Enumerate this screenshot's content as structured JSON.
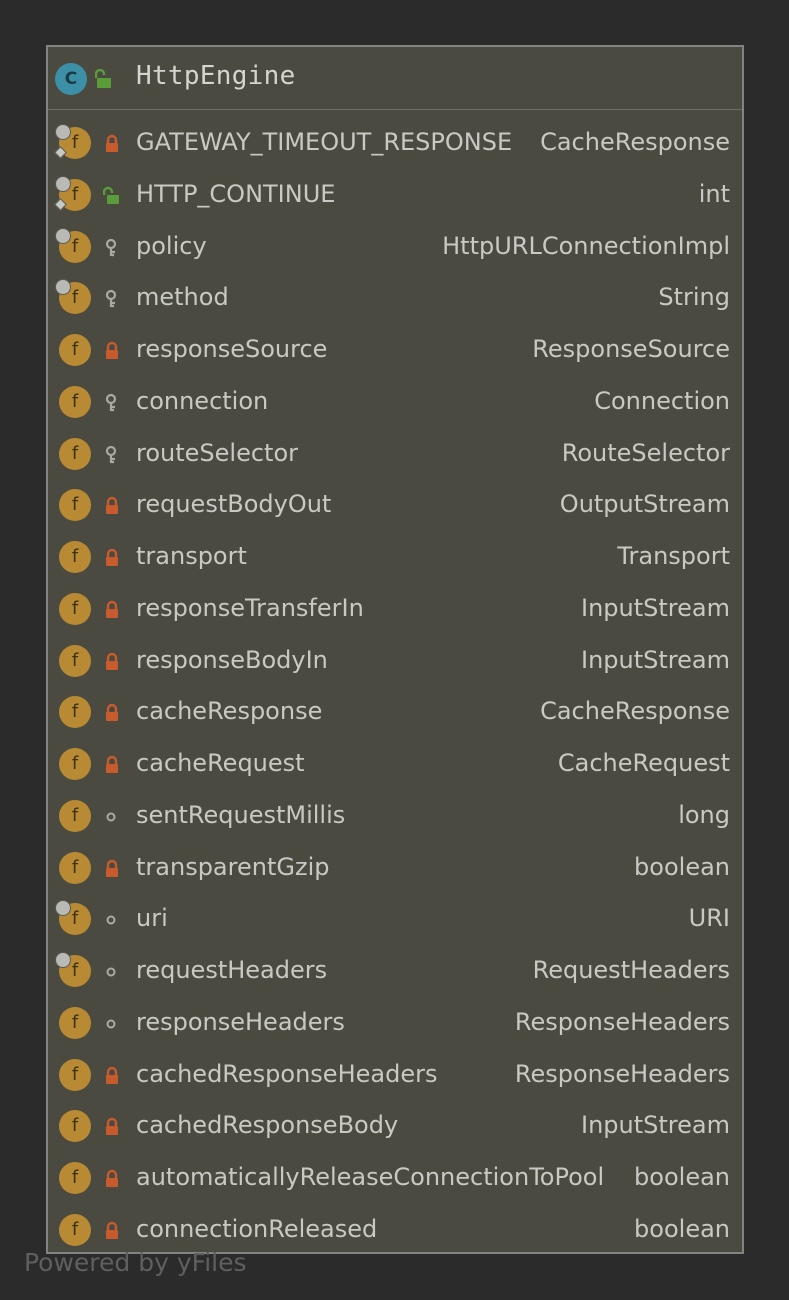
{
  "class": {
    "name": "HttpEngine",
    "kind_letter": "C",
    "visibility_icon": "public-unlock-icon",
    "kind_icon": "class-icon"
  },
  "colors": {
    "background": "#2b2b2b",
    "node_fill": "#4b4a40",
    "node_border": "#838383",
    "field_icon": "#b78a33",
    "class_icon": "#3b8fa6",
    "private_lock": "#c75b2e",
    "public_lock": "#5b9c3a",
    "package_key": "#a9a9a3",
    "text": "#c9c9c4"
  },
  "field_icon_letter": "f",
  "fields": [
    {
      "name": "GATEWAY_TIMEOUT_RESPONSE",
      "type": "CacheResponse",
      "visibility": "private",
      "static": true,
      "final": true
    },
    {
      "name": "HTTP_CONTINUE",
      "type": "int",
      "visibility": "public",
      "static": true,
      "final": true
    },
    {
      "name": "policy",
      "type": "HttpURLConnectionImpl",
      "visibility": "protected",
      "static": true,
      "final": false
    },
    {
      "name": "method",
      "type": "String",
      "visibility": "protected",
      "static": true,
      "final": false
    },
    {
      "name": "responseSource",
      "type": "ResponseSource",
      "visibility": "private",
      "static": false,
      "final": false
    },
    {
      "name": "connection",
      "type": "Connection",
      "visibility": "protected",
      "static": false,
      "final": false
    },
    {
      "name": "routeSelector",
      "type": "RouteSelector",
      "visibility": "protected",
      "static": false,
      "final": false
    },
    {
      "name": "requestBodyOut",
      "type": "OutputStream",
      "visibility": "private",
      "static": false,
      "final": false
    },
    {
      "name": "transport",
      "type": "Transport",
      "visibility": "private",
      "static": false,
      "final": false
    },
    {
      "name": "responseTransferIn",
      "type": "InputStream",
      "visibility": "private",
      "static": false,
      "final": false
    },
    {
      "name": "responseBodyIn",
      "type": "InputStream",
      "visibility": "private",
      "static": false,
      "final": false
    },
    {
      "name": "cacheResponse",
      "type": "CacheResponse",
      "visibility": "private",
      "static": false,
      "final": false
    },
    {
      "name": "cacheRequest",
      "type": "CacheRequest",
      "visibility": "private",
      "static": false,
      "final": false
    },
    {
      "name": "sentRequestMillis",
      "type": "long",
      "visibility": "package",
      "static": false,
      "final": false
    },
    {
      "name": "transparentGzip",
      "type": "boolean",
      "visibility": "private",
      "static": false,
      "final": false
    },
    {
      "name": "uri",
      "type": "URI",
      "visibility": "package",
      "static": true,
      "final": false
    },
    {
      "name": "requestHeaders",
      "type": "RequestHeaders",
      "visibility": "package",
      "static": true,
      "final": false
    },
    {
      "name": "responseHeaders",
      "type": "ResponseHeaders",
      "visibility": "package",
      "static": false,
      "final": false
    },
    {
      "name": "cachedResponseHeaders",
      "type": "ResponseHeaders",
      "visibility": "private",
      "static": false,
      "final": false
    },
    {
      "name": "cachedResponseBody",
      "type": "InputStream",
      "visibility": "private",
      "static": false,
      "final": false
    },
    {
      "name": "automaticallyReleaseConnectionToPool",
      "type": "boolean",
      "visibility": "private",
      "static": false,
      "final": false
    },
    {
      "name": "connectionReleased",
      "type": "boolean",
      "visibility": "private",
      "static": false,
      "final": false
    }
  ],
  "watermark": "Powered by yFiles"
}
